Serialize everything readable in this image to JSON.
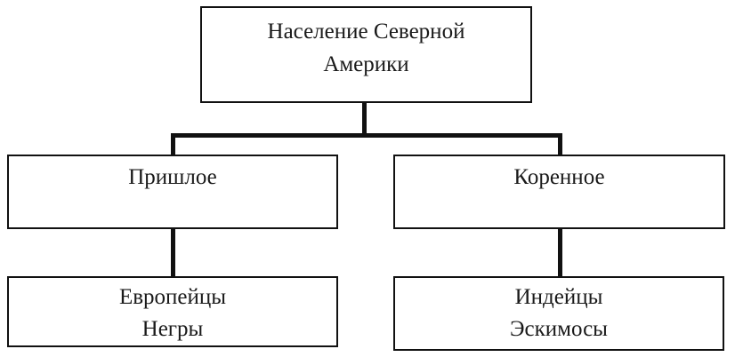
{
  "colors": {
    "line": "#111111",
    "text": "#1a1a1a",
    "background": "#ffffff"
  },
  "tree": {
    "root": {
      "id": "naselenie",
      "label": "Население Северной\nАмерики"
    },
    "level1": [
      {
        "id": "prishloe",
        "label": "Пришлое",
        "parent": "naselenie"
      },
      {
        "id": "korennoe",
        "label": "Коренное",
        "parent": "naselenie"
      }
    ],
    "level2": [
      {
        "id": "evropeytsy-negry",
        "label": "Европейцы\nНегры",
        "parent": "prishloe"
      },
      {
        "id": "indeytsy-eskimosy",
        "label": "Индейцы\nЭскимосы",
        "parent": "korennoe"
      }
    ]
  }
}
